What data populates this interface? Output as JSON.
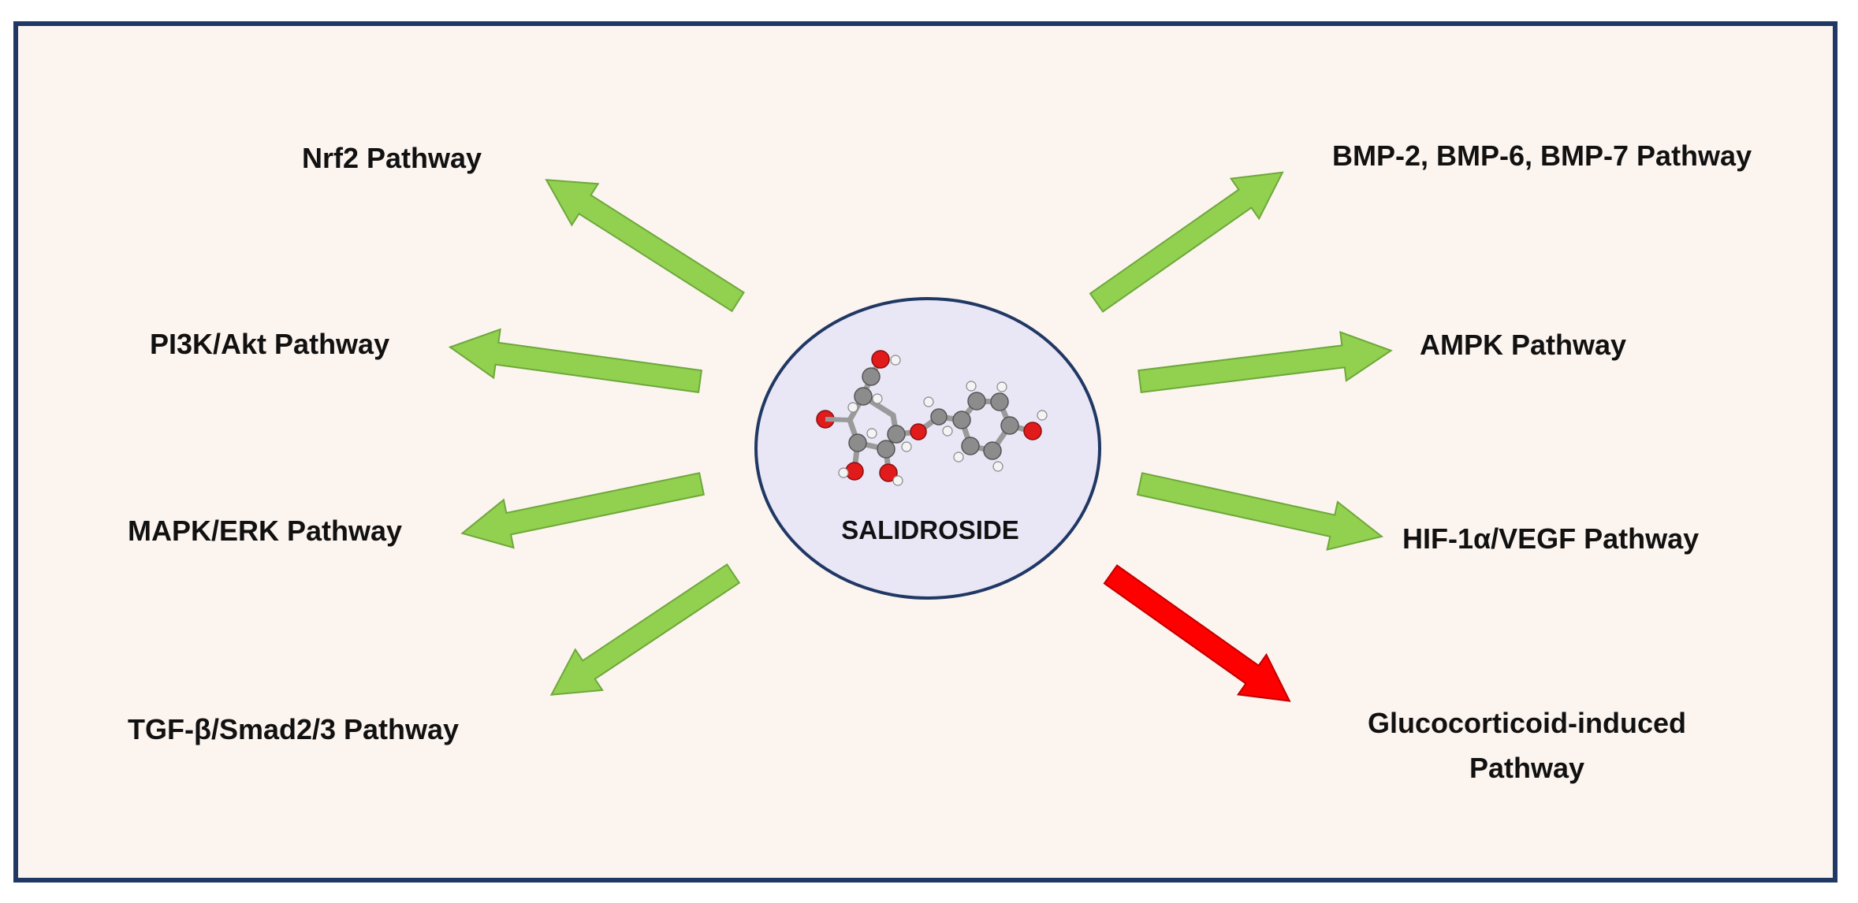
{
  "center": {
    "compound": "SALIDROSIDE"
  },
  "pathways": {
    "nrf2": "Nrf2 Pathway",
    "pi3k": "PI3K/Akt Pathway",
    "mapk": "MAPK/ERK Pathway",
    "tgf": "TGF-β/Smad2/3 Pathway",
    "bmp": "BMP-2, BMP-6, BMP-7 Pathway",
    "ampk": "AMPK Pathway",
    "hif": "HIF-1α/VEGF Pathway",
    "gluco_line1": "Glucocorticoid-induced",
    "gluco_line2": "Pathway"
  },
  "colors": {
    "activation_arrow": "#92d050",
    "inhibition_arrow": "#ff0000",
    "frame_border": "#1f3864",
    "background": "#fcf4ef",
    "center_fill": "#e9e6f6",
    "carbon_atom": "#8c8c8c",
    "oxygen_atom": "#e11b1b",
    "hydrogen_atom": "#f2f2f2"
  }
}
